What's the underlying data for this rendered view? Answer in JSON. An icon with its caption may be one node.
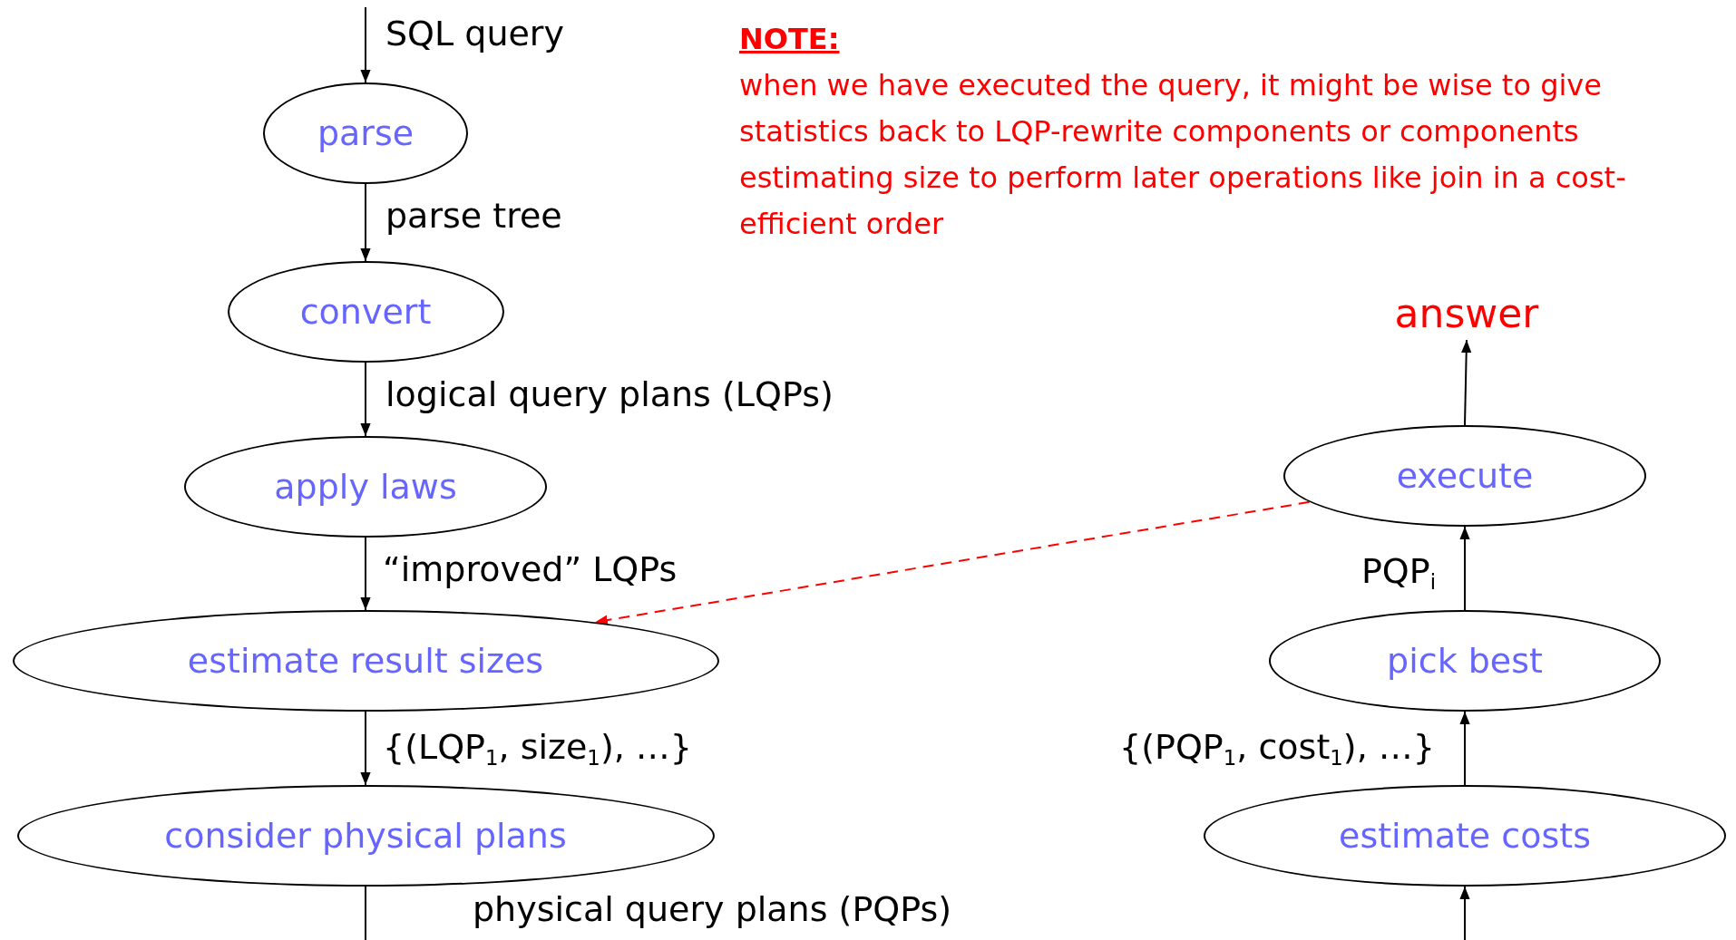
{
  "diagram": {
    "nodes": [
      {
        "text": [
          "parse"
        ]
      },
      {
        "text": [
          "convert"
        ]
      },
      {
        "text": [
          "apply laws"
        ]
      },
      {
        "text": [
          "estimate result sizes"
        ]
      },
      {
        "text": [
          "consider physical plans"
        ]
      },
      {
        "text": [
          "answer"
        ]
      },
      {
        "text": [
          "execute"
        ]
      },
      {
        "text": [
          "pick best"
        ]
      },
      {
        "text": [
          "estimate costs"
        ]
      }
    ],
    "edges": [
      {
        "from": null,
        "to": 0,
        "arrow": "to",
        "label": "SQL query"
      },
      {
        "from": 0,
        "to": 1,
        "arrow": "to",
        "label": "parse tree"
      },
      {
        "from": 1,
        "to": 2,
        "arrow": "to",
        "label": "logical query plans (LQPs)"
      },
      {
        "from": 2,
        "to": 3,
        "arrow": "to",
        "label": "“improved” LQPs"
      },
      {
        "from": 3,
        "to": 4,
        "arrow": "to",
        "label": "{(LQP$_{1}$, size$_{1}$), …}"
      },
      {
        "from": 4,
        "to": null,
        "arrow": "none",
        "label": "physical query plans (PQPs)"
      },
      {
        "from": null,
        "to": 8,
        "arrow": "to"
      },
      {
        "from": 8,
        "to": 7,
        "arrow": "to",
        "label": "{(PQP$_{1}$, cost$_{1}$), …}"
      },
      {
        "from": 7,
        "to": 6,
        "arrow": "to",
        "label": "PQP$_{i}$"
      },
      {
        "from": 6,
        "to": 5,
        "arrow": "to"
      },
      {
        "from": 6,
        "to": 3,
        "arrow": "to",
        "style": "dashed",
        "color": "#ff0000"
      }
    ],
    "labels": [
      "NOTE:",
      "when we have executed the query, it might be wise to give statistics back to LQP-rewrite components or components estimating size to perform later operations like join in a cost-efficient order"
    ]
  }
}
